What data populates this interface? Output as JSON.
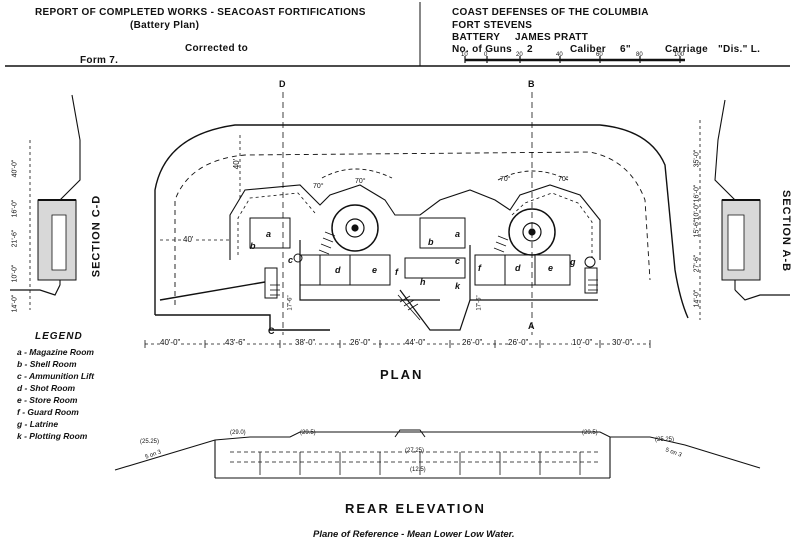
{
  "header": {
    "left_title": "REPORT OF COMPLETED WORKS - SEACOAST FORTIFICATIONS",
    "left_subtitle": "(Battery Plan)",
    "corrected_to": "Corrected to",
    "form": "Form 7.",
    "right_line1": "COAST DEFENSES OF THE COLUMBIA",
    "right_line2": "FORT STEVENS",
    "battery_label": "BATTERY",
    "battery_name": "JAMES PRATT",
    "guns_label": "No. of Guns",
    "guns_value": "2",
    "caliber_label": "Caliber",
    "caliber_value": "6\"",
    "carriage_label": "Carriage",
    "carriage_value": "\"Dis.\" L."
  },
  "scale_bar": {
    "ticks": [
      "10",
      "0",
      "20",
      "40",
      "60",
      "80",
      "100"
    ]
  },
  "section_markers": {
    "d_top": "D",
    "b_top": "B",
    "c_bottom": "C",
    "a_bottom": "A"
  },
  "sections": {
    "left": "SECTION C-D",
    "right": "SECTION A-B"
  },
  "left_section_dims": [
    "40'-0\"",
    "21'-6\"",
    "10'-0\"",
    "14'-0\"",
    "16'-0\""
  ],
  "right_section_dims": [
    "35'-0\"",
    "16'-0\"",
    "15'-6\"",
    "27'-6\"",
    "14'-0\"",
    "10'-0\""
  ],
  "plan_dims": {
    "bottom": [
      "40'-0\"",
      "43'-6\"",
      "38'-0\"",
      "26'-0\"",
      "44'-0\"",
      "26'-0\"",
      "26'-0\"",
      "10'-0\"",
      "30'-0\""
    ],
    "radius_left": "40'",
    "front_40": "40'",
    "angles": [
      "70°",
      "70°",
      "70°",
      "70°"
    ],
    "small_dims": [
      "17'-6\"",
      "17'-6\""
    ]
  },
  "room_letters": [
    "a",
    "b",
    "c",
    "d",
    "e",
    "f",
    "a",
    "b",
    "c",
    "d",
    "e",
    "f",
    "g",
    "h",
    "k"
  ],
  "legend": {
    "title": "LEGEND",
    "items": [
      "a - Magazine Room",
      "b - Shell Room",
      "c - Ammunition Lift",
      "d - Shot Room",
      "e - Store Room",
      "f - Guard Room",
      "g - Latrine",
      "k - Plotting Room"
    ]
  },
  "labels": {
    "plan": "PLAN",
    "rear_elevation": "REAR ELEVATION",
    "plane_of_reference": "Plane of Reference - Mean Lower Low Water."
  },
  "elevation_marks": [
    "(25.25)",
    "(29.0)",
    "(29.5)",
    "(27.25)",
    "(29.5)",
    "(25.25)",
    "(12.5)",
    "5 on 3",
    "5 on 3"
  ]
}
